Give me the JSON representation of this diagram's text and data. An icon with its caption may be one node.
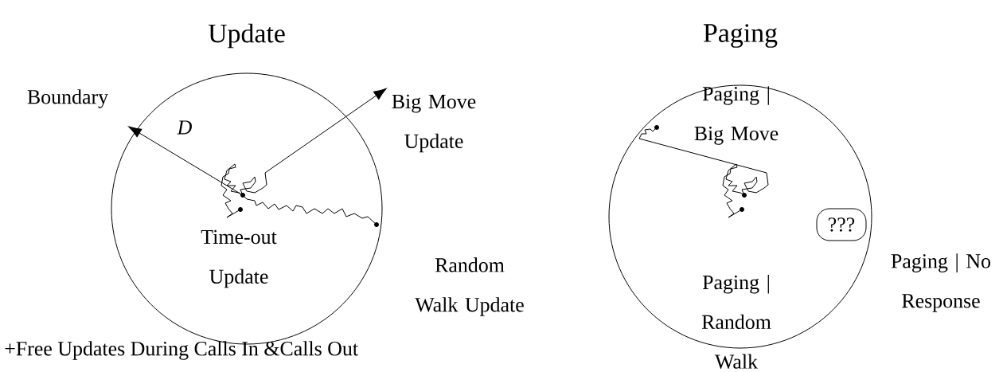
{
  "diagram": {
    "nodes": [
      {
        "text": [
          "Update"
        ]
      },
      {
        "text": [
          "Paging"
        ]
      },
      {
        "text": [
          "???"
        ],
        "in": 1
      }
    ],
    "labels": [
      "Boundary",
      "*D*",
      "Big Move Update",
      "Time-out Update",
      "Random Walk Update",
      "Paging | Big Move",
      "Paging | Random Walk",
      "Paging | No Response",
      "+Free Updates During Calls In &Calls Out"
    ]
  }
}
